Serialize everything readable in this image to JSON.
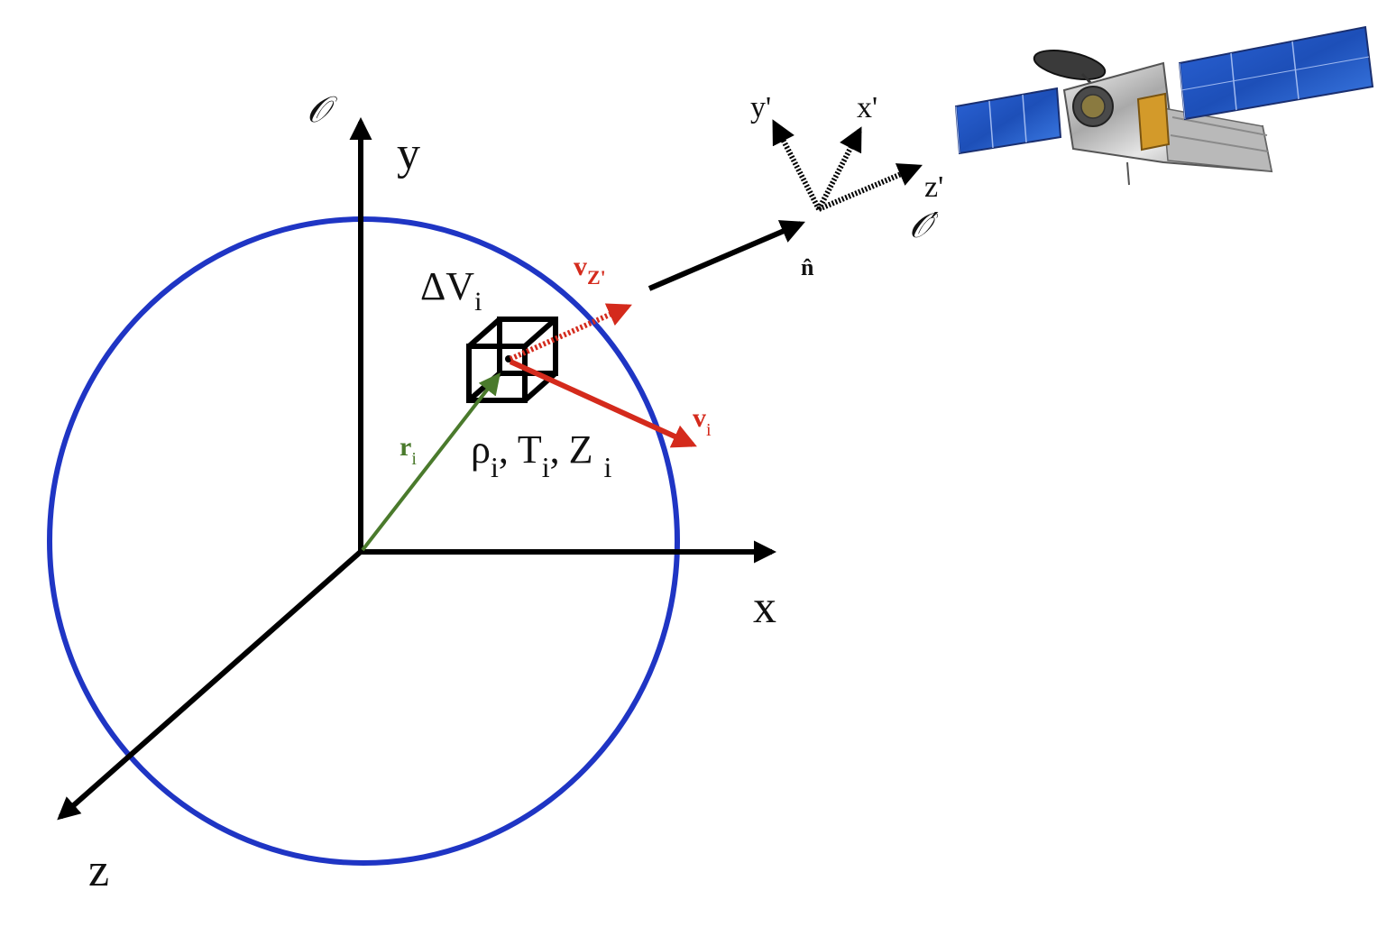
{
  "origin_frame": {
    "symbol": "𝒪",
    "x_axis_label": "x",
    "y_axis_label": "y",
    "z_axis_label": "z"
  },
  "cell": {
    "volume_label": "ΔV",
    "volume_index": "i",
    "properties": {
      "rho": "ρ",
      "rho_index": "i",
      "sep1": ",",
      "temperature": "T",
      "temperature_index": "i",
      "sep2": ",",
      "metallicity": "Z",
      "metallicity_index": "i"
    }
  },
  "vectors": {
    "position": {
      "label": "r",
      "index": "i",
      "color": "#4a7a2c"
    },
    "velocity": {
      "label": "v",
      "index": "i",
      "color": "#d42a1c"
    },
    "los_velocity": {
      "label": "v",
      "index": "Z'",
      "color": "#d42a1c"
    }
  },
  "line_of_sight": {
    "label": "n̂"
  },
  "observer_frame": {
    "symbol": "𝒪′",
    "x_axis_label": "x'",
    "y_axis_label": "y'",
    "z_axis_label": "z'"
  },
  "colors": {
    "sphere": "#1f35c4",
    "axes": "#000000"
  },
  "satellite": {
    "icon": "x-ray-telescope-icon"
  }
}
